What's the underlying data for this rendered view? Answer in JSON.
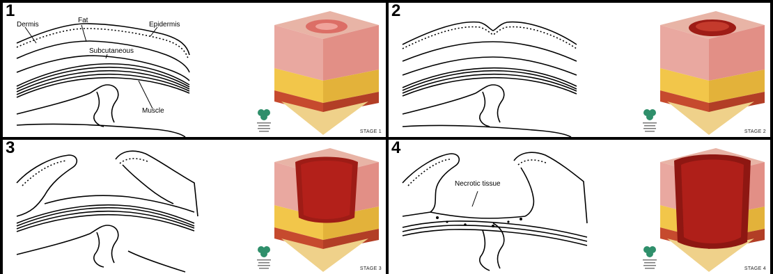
{
  "panels": [
    {
      "number": "1",
      "stage": "STAGE 1",
      "labels": {
        "dermis": "Dermis",
        "fat": "Fat",
        "epidermis": "Epidermis",
        "subcutaneous": "Subcutaneous",
        "muscle": "Muscle"
      }
    },
    {
      "number": "2",
      "stage": "STAGE 2"
    },
    {
      "number": "3",
      "stage": "STAGE 3"
    },
    {
      "number": "4",
      "stage": "STAGE 4",
      "labels": {
        "necrotic": "Necrotic tissue"
      }
    }
  ],
  "colors": {
    "skin_top": "#e8b4a6",
    "wound_red": "#b8221c",
    "dermis_pink": "#e9a8a0",
    "fat_yellow": "#f2c64a",
    "muscle_red": "#c64a2e",
    "bone_cream": "#efd18a",
    "logo_green": "#2f8f6b"
  }
}
